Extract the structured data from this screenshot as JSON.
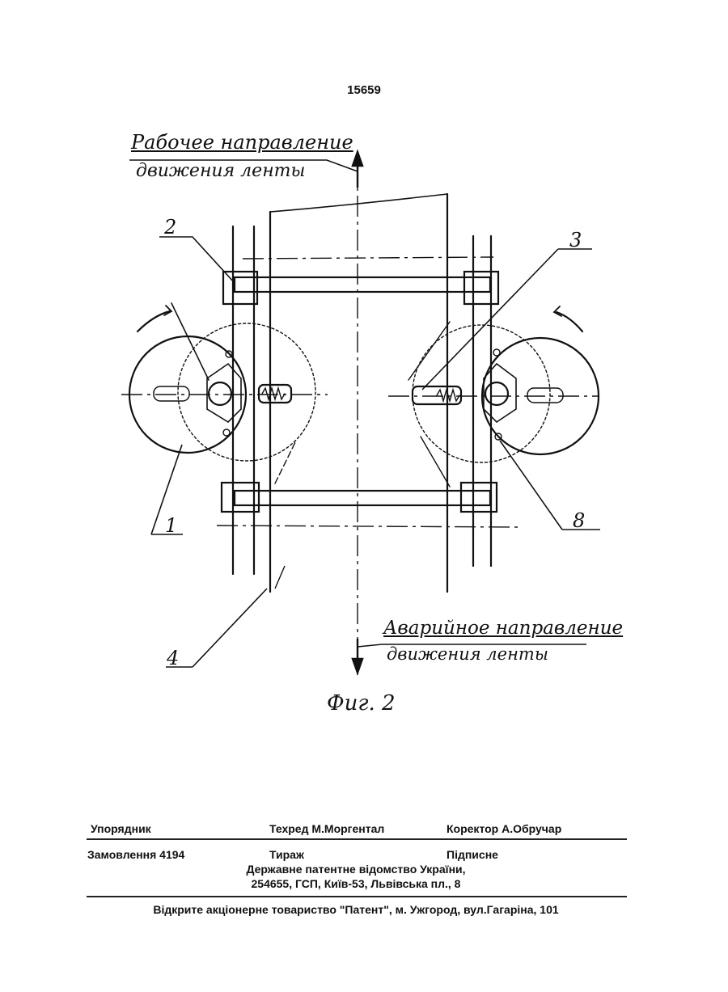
{
  "header": {
    "page_number": "15659"
  },
  "drawing": {
    "working_direction": [
      "Рабочее направление",
      "движения ленты"
    ],
    "emergency_direction": [
      "Аварийное направление",
      "движения ленты"
    ],
    "callouts": {
      "c1": "1",
      "c2": "2",
      "c3": "3",
      "c4": "4",
      "c8": "8"
    },
    "figure_caption": "Фиг. 2"
  },
  "footer": {
    "compiler": "Упорядник",
    "techred": "Техред М.Моргентал",
    "corrector": "Коректор А.Обручар",
    "order": "Замовлення 4194",
    "circulation": "Тираж",
    "subscription": "Підписне",
    "office_line1": "Державне патентне відомство України,",
    "office_line2": "254655, ГСП, Київ-53, Львівська пл., 8",
    "publisher": "Відкрите акціонерне товариство \"Патент\", м. Ужгород, вул.Гагаріна, 101"
  }
}
